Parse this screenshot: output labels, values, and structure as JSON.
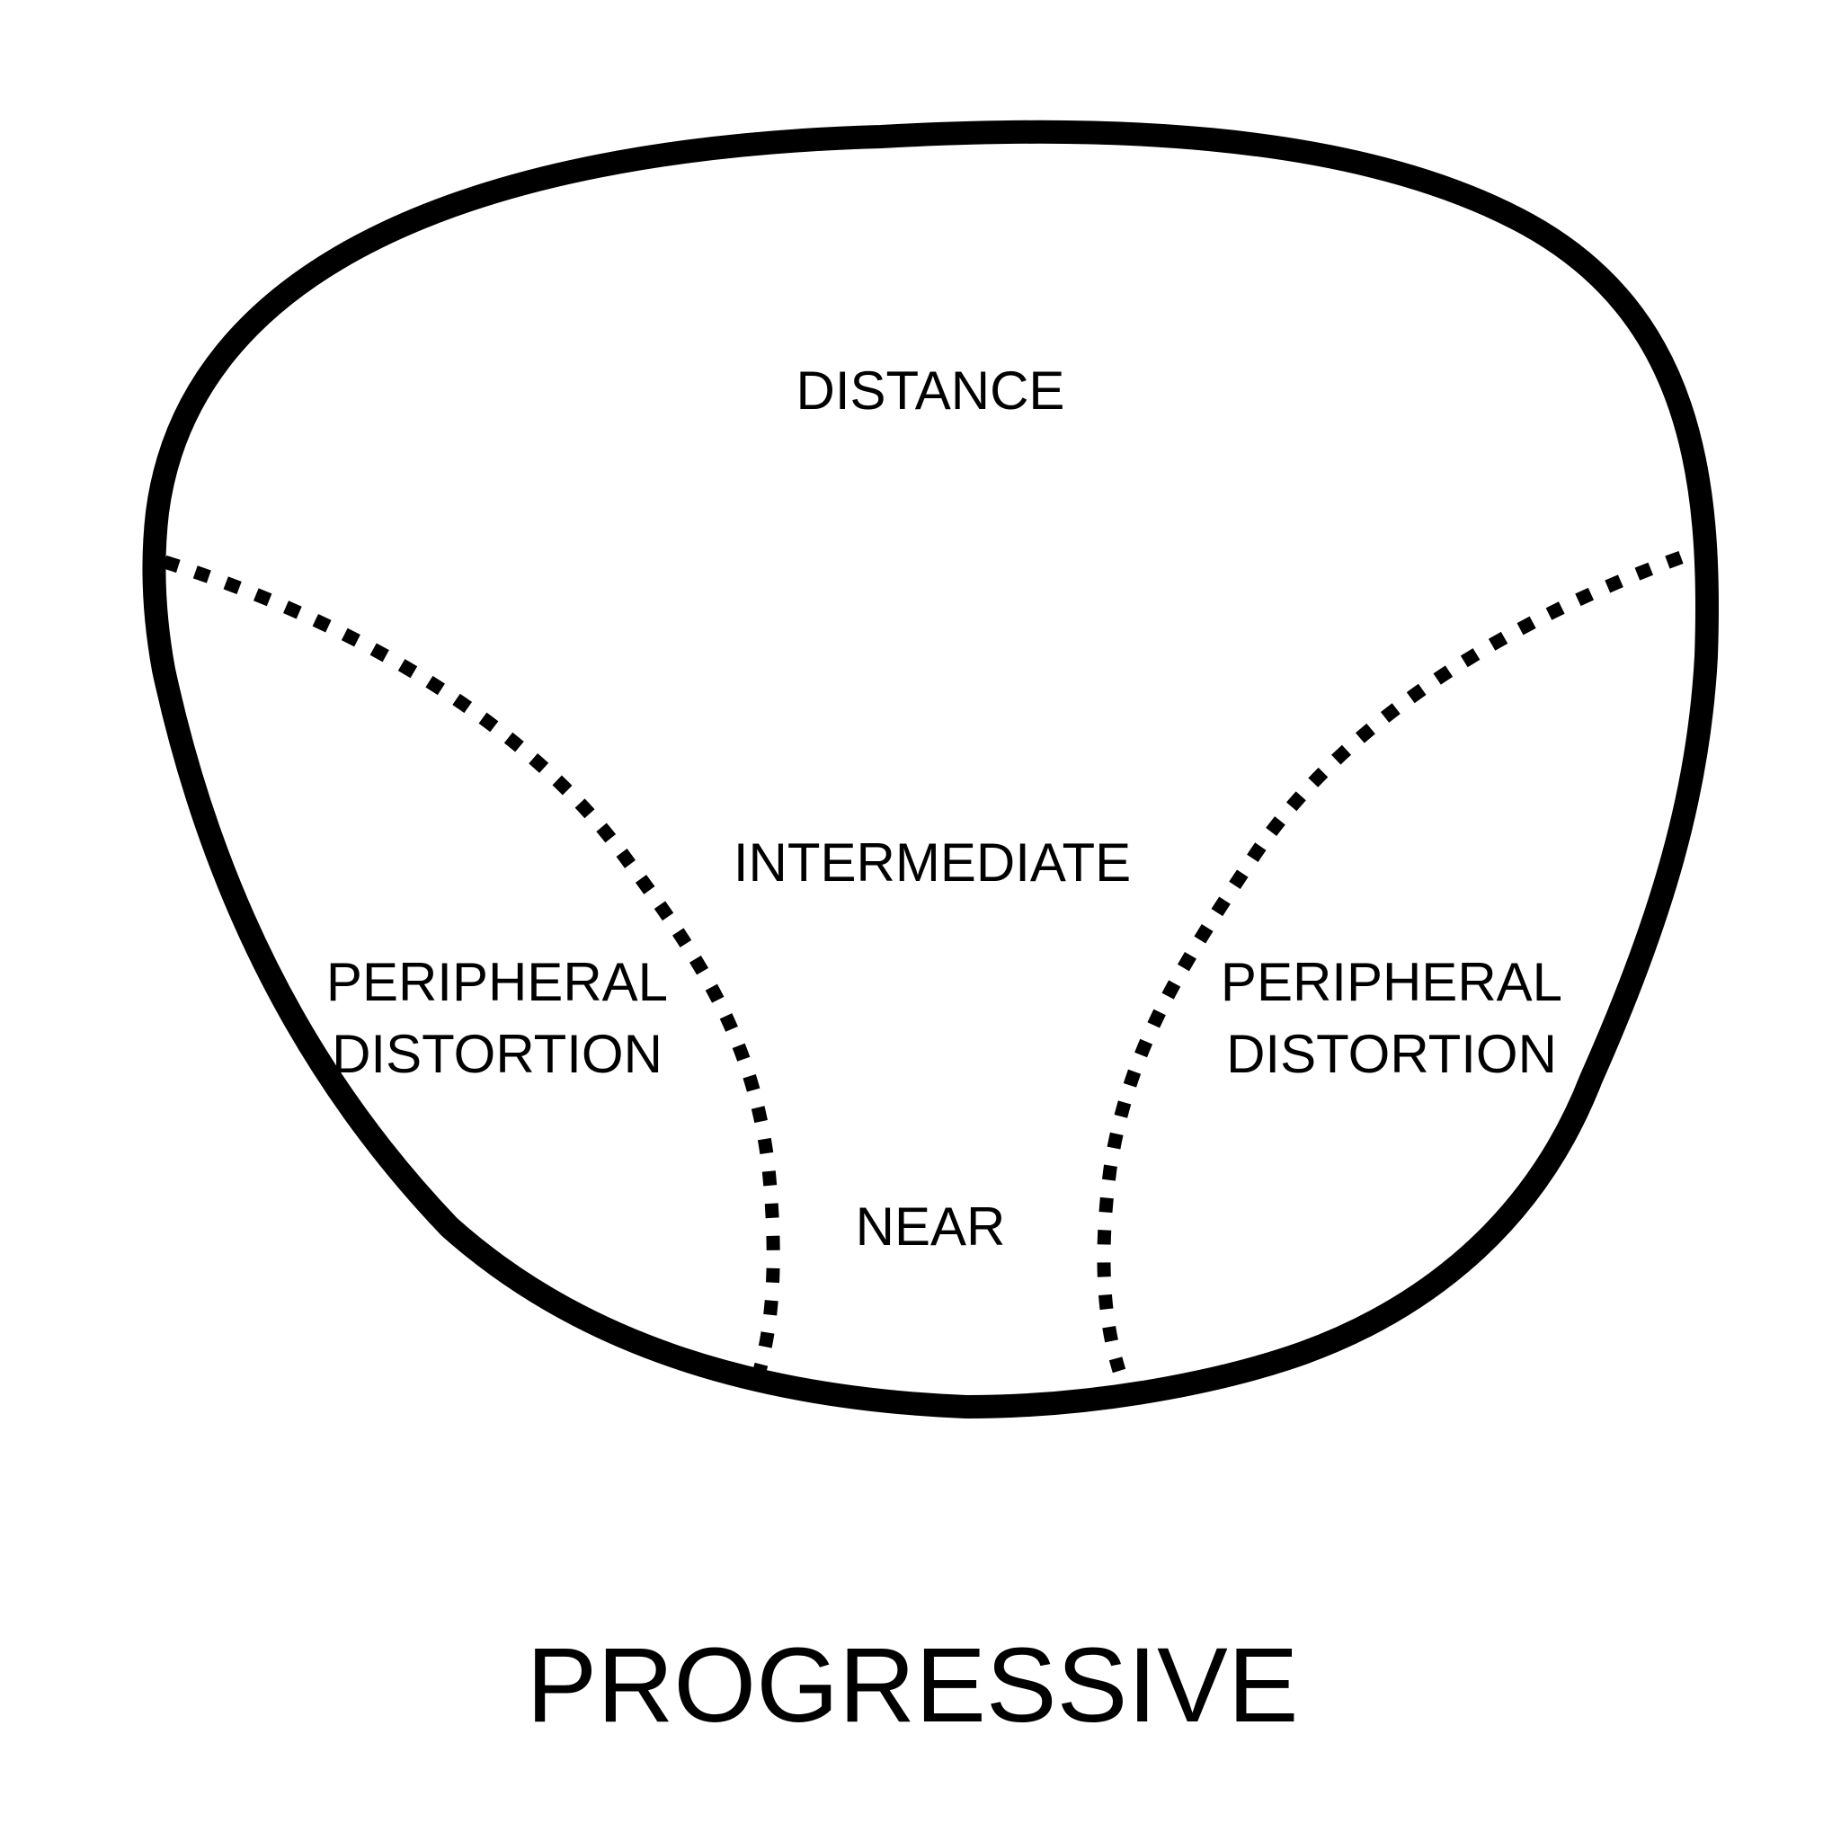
{
  "title": "PROGRESSIVE",
  "zones": {
    "distance": "DISTANCE",
    "intermediate": "INTERMEDIATE",
    "near": "NEAR",
    "peripheral_left": {
      "line1": "PERIPHERAL",
      "line2": "DISTORTION"
    },
    "peripheral_right": {
      "line1": "PERIPHERAL",
      "line2": "DISTORTION"
    }
  },
  "colors": {
    "stroke": "#000000",
    "background": "#ffffff"
  }
}
